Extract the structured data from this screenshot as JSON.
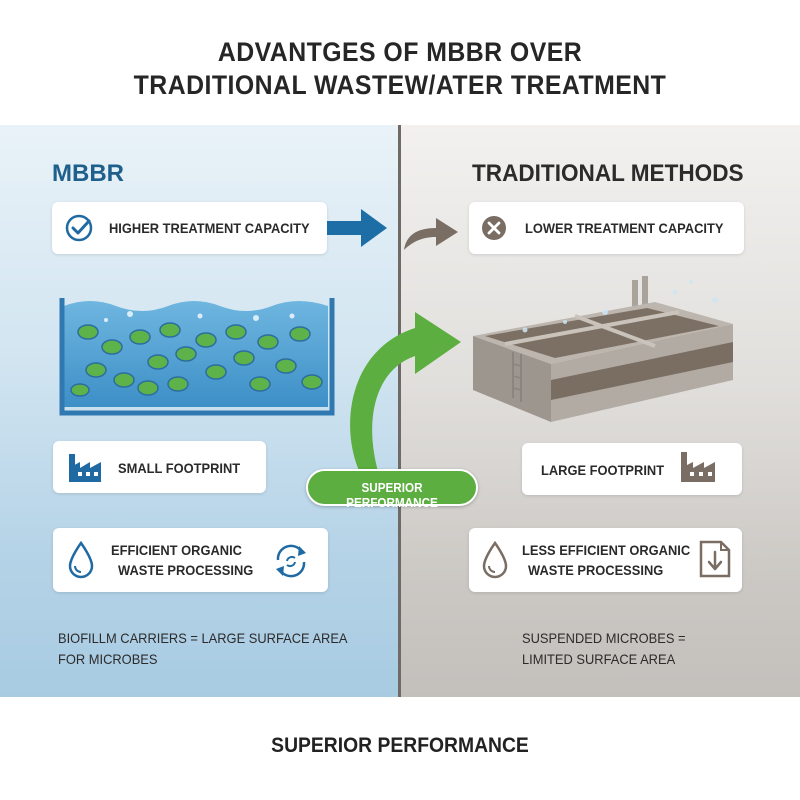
{
  "title": {
    "line1": "ADVANTGES OF MBBR OVER",
    "line2": "TRADITIONAL WASTEW/ATER TREATMENT"
  },
  "left": {
    "heading": "MBBR",
    "capacity": "HIGHER TREATMENT CAPACITY",
    "footprint": "SMALL FOOTPRINT",
    "processing_line1": "EFFICIENT ORGANIC",
    "processing_line2": "WASTE PROCESSING",
    "caption_line1": "BIOFILLM CARRIERS = LARGE SURFACE AREA",
    "caption_line2": "FOR MICROBES"
  },
  "right": {
    "heading": "TRADITIONAL METHODS",
    "capacity": "LOWER TREATMENT CAPACITY",
    "footprint": "LARGE FOOTPRINT",
    "processing_line1": "LESS EFFICIENT ORGANIC",
    "processing_line2": "WASTE PROCESSING",
    "caption_line1": "SUSPENDED MICROBES =",
    "caption_line2": "LIMITED SURFACE AREA"
  },
  "badge": "SUPERIOR PERFORMANCE",
  "footer": "SUPERIOR PERFORMANCE",
  "icons": {
    "left_capacity": "check-circle-icon",
    "right_capacity": "x-circle-icon",
    "left_footprint": "factory-icon",
    "right_footprint": "factory-icon",
    "left_drop": "water-drop-icon",
    "left_cycle": "recycle-arrows-icon",
    "right_drop": "water-drop-icon",
    "right_download": "document-download-icon"
  },
  "colors": {
    "mbbr_blue": "#1f5f8c",
    "arrow_blue": "#1d6ea6",
    "arrow_brown": "#7a6d64",
    "green": "#5cae40"
  }
}
